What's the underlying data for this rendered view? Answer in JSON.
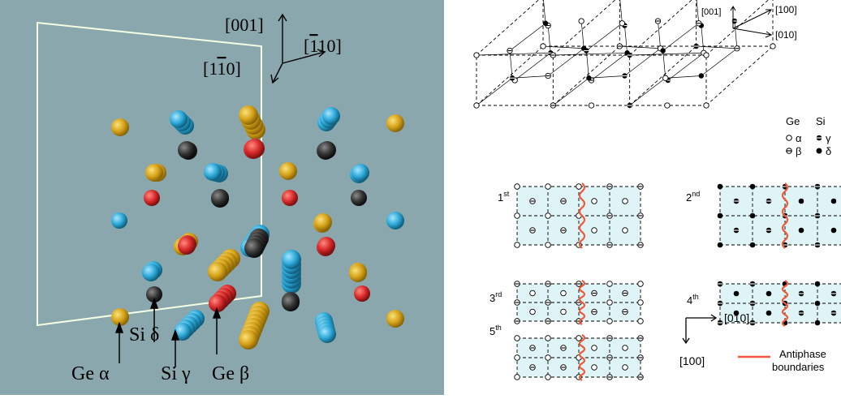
{
  "left_panel": {
    "background_color": "#8aa7ad",
    "axes": {
      "z": "[001]",
      "y_prefix": "[",
      "y_over": "1",
      "y_suffix": "10]",
      "x_prefix": "[1",
      "x_over": "1",
      "x_suffix": "0]"
    },
    "labels": {
      "ge_alpha": "Ge α",
      "si_delta": "Si δ",
      "si_gamma": "Si γ",
      "ge_beta": "Ge β"
    },
    "atom_colors": {
      "ge_alpha": "#d4a017",
      "ge_beta": "#d62828",
      "si_gamma": "#2aa6d6",
      "si_delta": "#333333"
    }
  },
  "right_panel": {
    "axes_3d": {
      "z": "[001]",
      "x": "[100]",
      "y": "[010]"
    },
    "legend": {
      "ge_header": "Ge",
      "si_header": "Si",
      "ge_alpha": "α",
      "ge_beta": "β",
      "si_gamma": "γ",
      "si_delta": "δ"
    },
    "layers": [
      {
        "num": "1",
        "sup": "st"
      },
      {
        "num": "2",
        "sup": "nd"
      },
      {
        "num": "3",
        "sup": "rd"
      },
      {
        "num": "4",
        "sup": "th"
      },
      {
        "num": "5",
        "sup": "th"
      }
    ],
    "axes_2d": {
      "right": "[010]",
      "down": "[100]"
    },
    "apb_label_line1": "Antiphase",
    "apb_label_line2": "boundaries",
    "apb_color": "#f05a3a",
    "cell_fill": "#dff4f6"
  }
}
